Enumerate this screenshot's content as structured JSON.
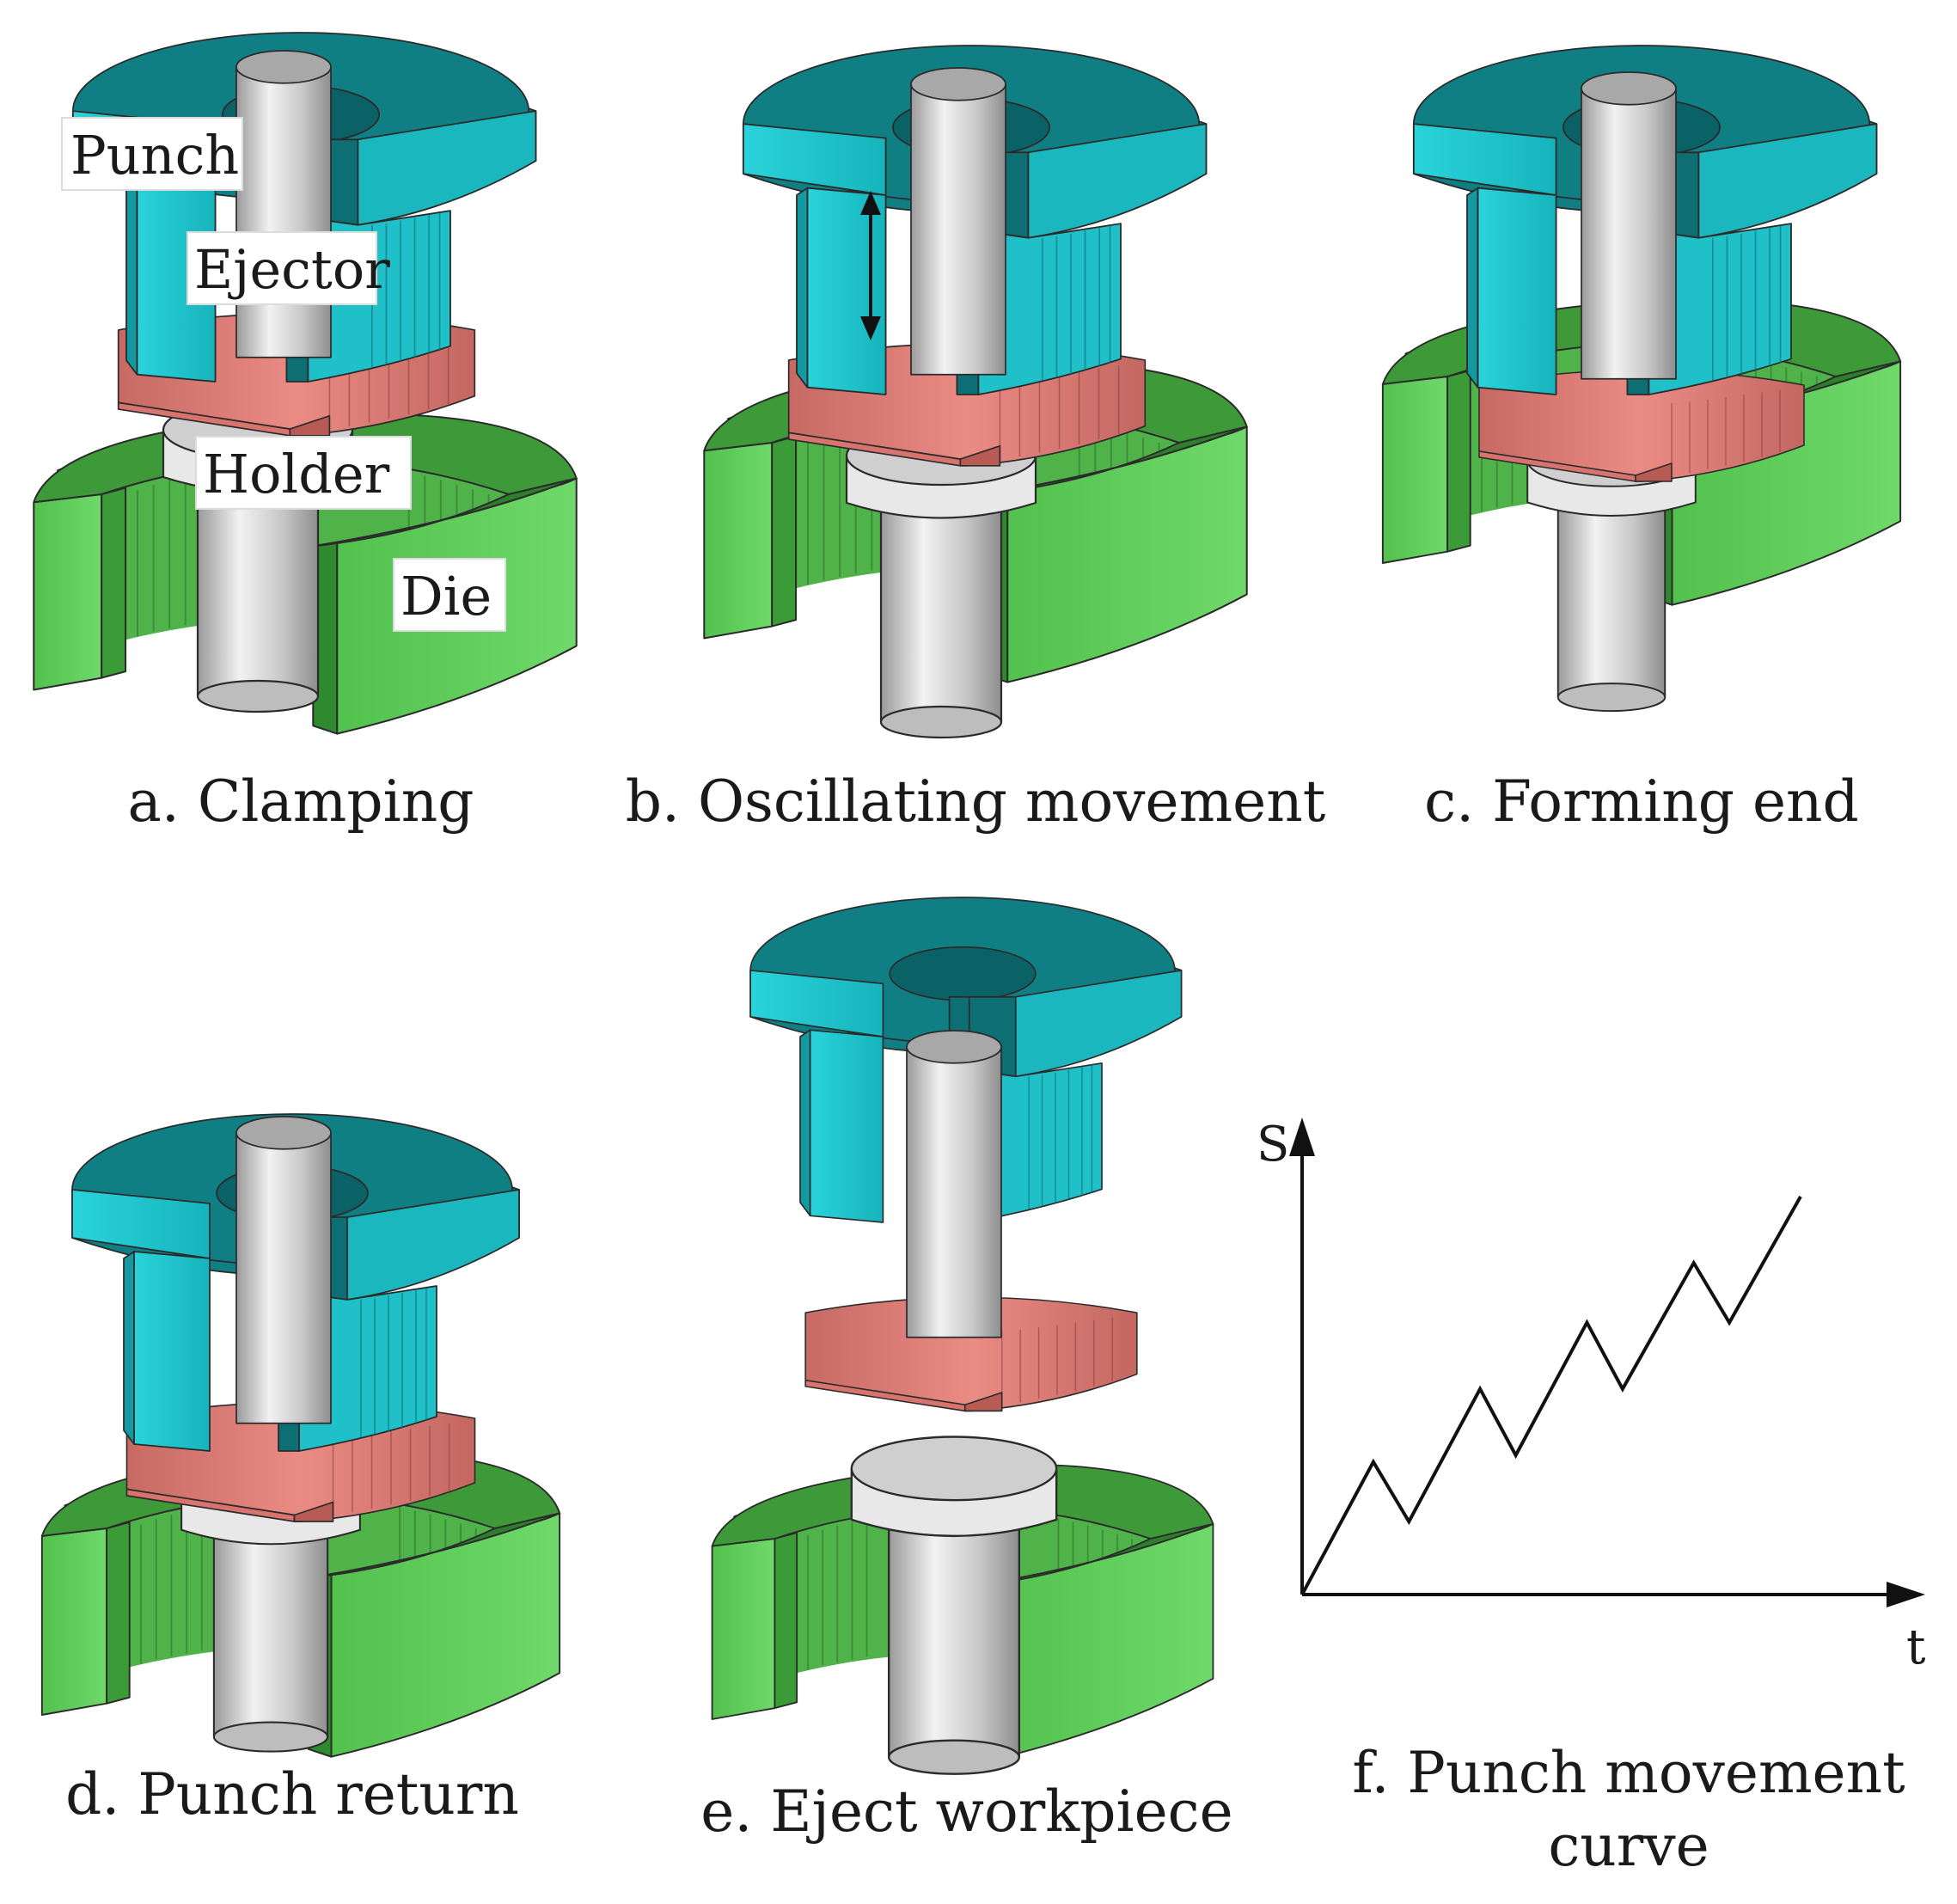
{
  "labels": {
    "punch": "Punch",
    "ejector": "Ejector",
    "holder": "Holder",
    "die": "Die"
  },
  "captions": {
    "a": "a. Clamping",
    "b": "b. Oscillating movement",
    "c": "c. Forming end",
    "d": "d. Punch return",
    "e": "e. Eject workpiece",
    "f_line1": "f. Punch movement",
    "f_line2": "curve"
  },
  "axes": {
    "y_label": "S",
    "x_label": "t"
  },
  "colors": {
    "punch_light": "#22c8d0",
    "punch_dark": "#0f7f84",
    "holder": "#e08079",
    "holder_dark": "#b95b55",
    "die_light": "#5fcc5a",
    "die_dark": "#2f8a2f",
    "ejector": "#d9d9d9"
  },
  "chart_data": {
    "type": "line",
    "description_units": "qualitative, no numeric ticks",
    "series": [
      {
        "t": [
          0,
          1.0,
          1.5,
          2.5,
          3.0,
          4.0,
          4.5,
          5.5,
          6.0,
          7.0
        ],
        "s": [
          0,
          2.0,
          1.1,
          3.1,
          2.1,
          4.1,
          3.1,
          5.0,
          4.1,
          6.0
        ]
      }
    ]
  }
}
